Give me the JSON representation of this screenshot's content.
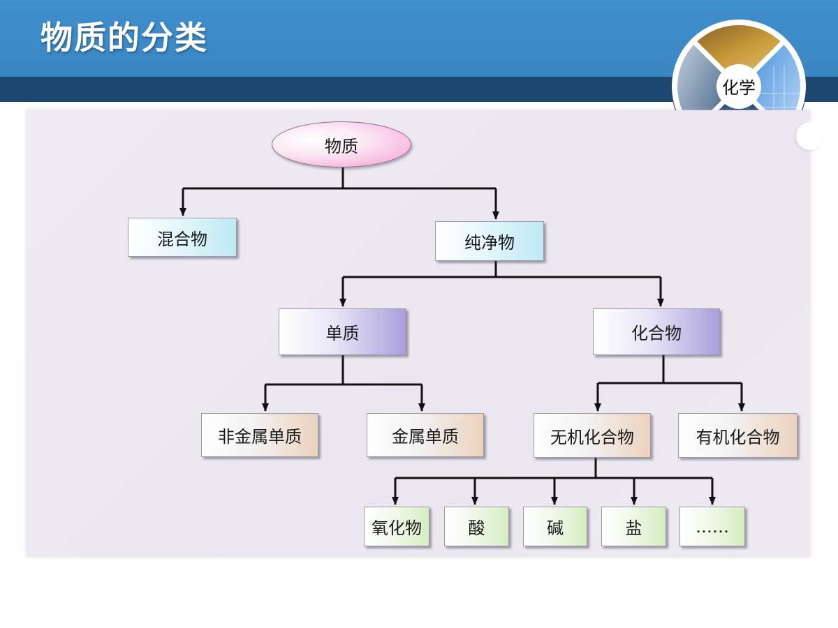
{
  "page": {
    "title": "物质的分类"
  },
  "badge": {
    "label": "化学"
  },
  "diagram": {
    "root": "物质",
    "level1": [
      "混合物",
      "纯净物"
    ],
    "pure_substance_children": [
      "单质",
      "化合物"
    ],
    "element_children": [
      "非金属单质",
      "金属单质"
    ],
    "compound_children": [
      "无机化合物",
      "有机化合物"
    ],
    "inorganic_children": [
      "氧化物",
      "酸",
      "碱",
      "盐",
      "……"
    ]
  },
  "colors": {
    "header_blue": "#3a86c3",
    "header_stripe": "#1b4771",
    "root_pink": "#f39ad3",
    "level1_cyan": "#bfe9f4",
    "level2_purple": "#a99fdb",
    "level3_peach": "#ecd2bd",
    "level4_green": "#d6edc1"
  }
}
